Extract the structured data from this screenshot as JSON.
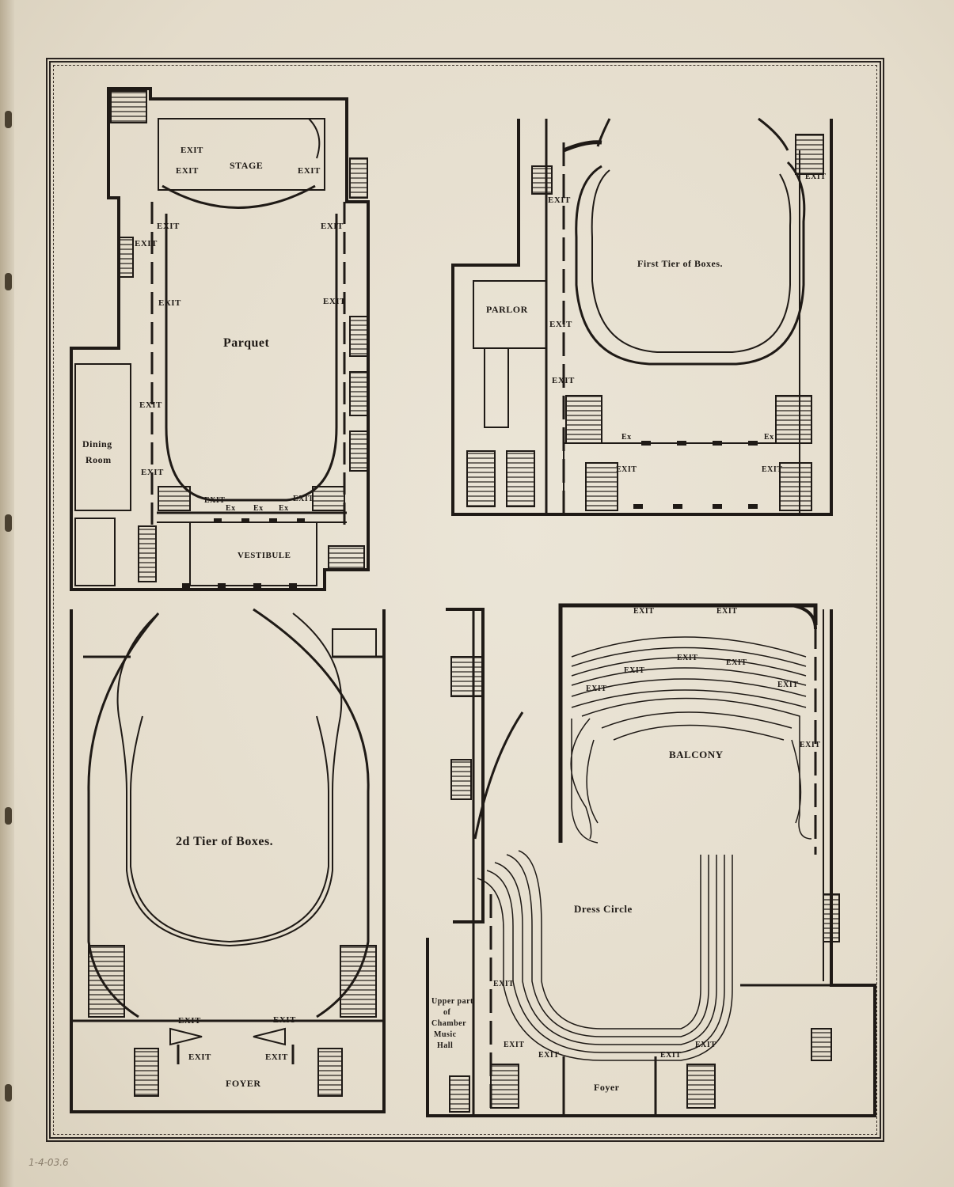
{
  "plans": {
    "parquet": {
      "title": "Parquet",
      "stage": "STAGE",
      "vestibule": "VESTIBULE",
      "dining_room_line1": "Dining",
      "dining_room_line2": "Room",
      "exit": "EXIT",
      "ex": "Ex"
    },
    "first_tier": {
      "title": "First Tier of Boxes.",
      "parlor": "PARLOR",
      "exit": "EXIT",
      "ex": "Ex"
    },
    "second_tier": {
      "title": "2d Tier of Boxes.",
      "foyer": "FOYER",
      "exit": "EXIT"
    },
    "balcony": {
      "title": "BALCONY",
      "dress_circle": "Dress Circle",
      "foyer": "Foyer",
      "chamber_line1": "Upper part",
      "chamber_line2": "of",
      "chamber_line3": "Chamber",
      "chamber_line4": "Music",
      "chamber_line5": "Hall",
      "exit": "EXIT"
    }
  },
  "margin_note": "1-4-03.6"
}
